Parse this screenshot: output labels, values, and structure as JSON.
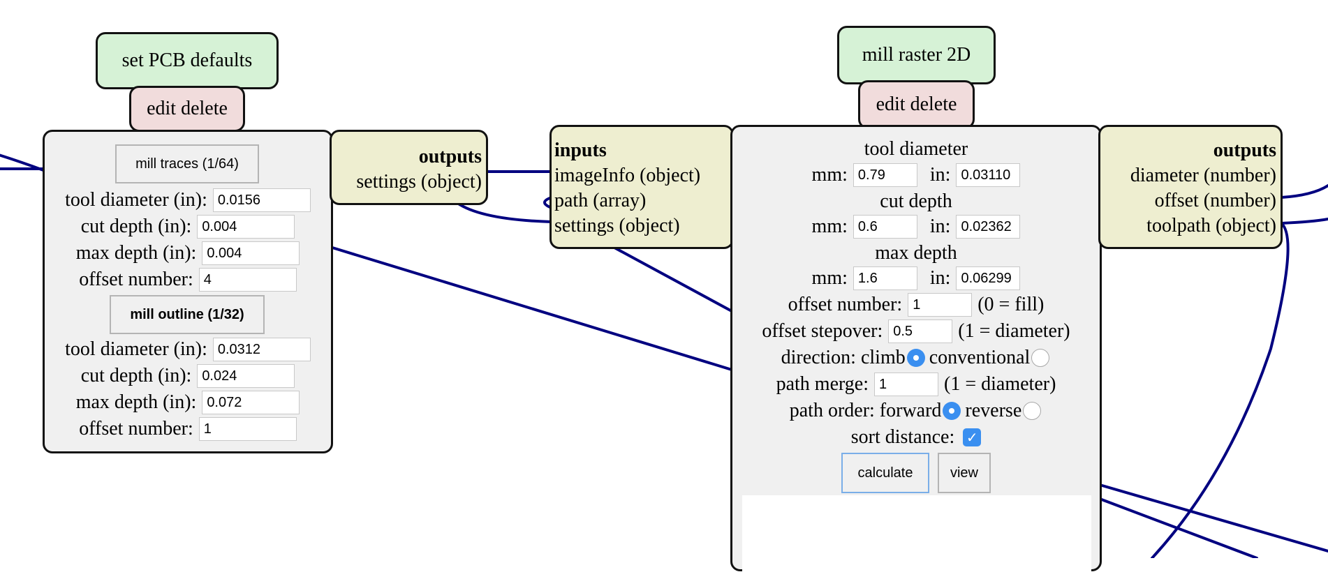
{
  "wire_color": "#000080",
  "pcb": {
    "title": "set PCB defaults",
    "edit_delete": "edit delete",
    "traces_button": "mill traces (1/64)",
    "traces": {
      "tool_diameter_label": "tool diameter (in):",
      "tool_diameter": "0.0156",
      "cut_depth_label": "cut depth (in):",
      "cut_depth": "0.004",
      "max_depth_label": "max depth (in):",
      "max_depth": "0.004",
      "offset_number_label": "offset number:",
      "offset_number": "4"
    },
    "outline_button": "mill outline (1/32)",
    "outline": {
      "tool_diameter_label": "tool diameter (in):",
      "tool_diameter": "0.0312",
      "cut_depth_label": "cut depth (in):",
      "cut_depth": "0.024",
      "max_depth_label": "max depth (in):",
      "max_depth": "0.072",
      "offset_number_label": "offset number:",
      "offset_number": "1"
    },
    "outputs": {
      "title": "outputs",
      "items": [
        "settings (object)"
      ]
    }
  },
  "raster": {
    "title": "mill raster 2D",
    "edit_delete": "edit delete",
    "inputs": {
      "title": "inputs",
      "items": [
        "imageInfo (object)",
        "path (array)",
        "settings (object)"
      ]
    },
    "outputs": {
      "title": "outputs",
      "items": [
        "diameter (number)",
        "offset (number)",
        "toolpath (object)"
      ]
    },
    "tool_diameter_heading": "tool diameter",
    "cut_depth_heading": "cut depth",
    "max_depth_heading": "max depth",
    "mm_label": "mm:",
    "in_label": "in:",
    "tool_diameter_mm": "0.79",
    "tool_diameter_in": "0.03110",
    "cut_depth_mm": "0.6",
    "cut_depth_in": "0.02362",
    "max_depth_mm": "1.6",
    "max_depth_in": "0.06299",
    "offset_number_label": "offset number:",
    "offset_number": "1",
    "offset_number_note": "(0 = fill)",
    "offset_stepover_label": "offset stepover:",
    "offset_stepover": "0.5",
    "offset_stepover_note": "(1 = diameter)",
    "direction_label": "direction: climb",
    "direction_alt": "conventional",
    "direction_selected": "climb",
    "path_merge_label": "path merge:",
    "path_merge": "1",
    "path_merge_note": "(1 = diameter)",
    "path_order_label": "path order: forward",
    "path_order_alt": "reverse",
    "path_order_selected": "forward",
    "sort_distance_label": "sort distance:",
    "sort_distance_checked": true,
    "calculate_button": "calculate",
    "view_button": "view"
  }
}
